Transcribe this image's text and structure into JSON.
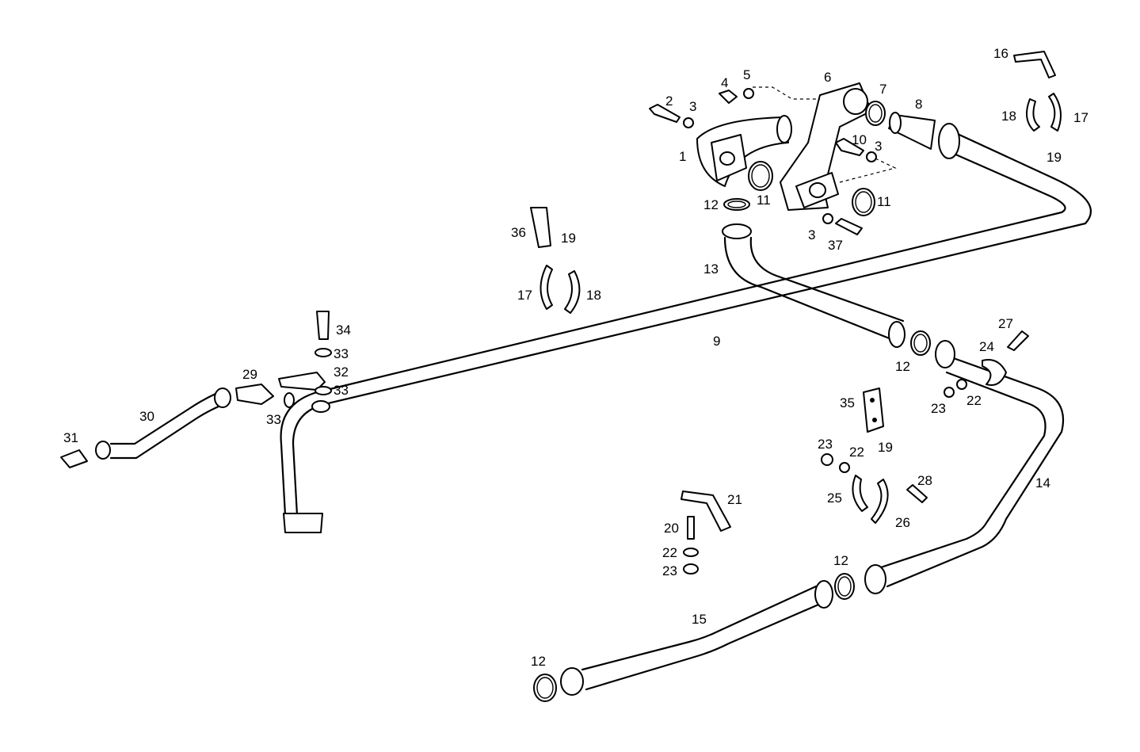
{
  "diagram": {
    "callouts": [
      {
        "id": "c1",
        "text": "1"
      },
      {
        "id": "c2",
        "text": "2"
      },
      {
        "id": "c3a",
        "text": "3"
      },
      {
        "id": "c3b",
        "text": "3"
      },
      {
        "id": "c3c",
        "text": "3"
      },
      {
        "id": "c4",
        "text": "4"
      },
      {
        "id": "c5",
        "text": "5"
      },
      {
        "id": "c6",
        "text": "6"
      },
      {
        "id": "c7",
        "text": "7"
      },
      {
        "id": "c8",
        "text": "8"
      },
      {
        "id": "c9",
        "text": "9"
      },
      {
        "id": "c10",
        "text": "10"
      },
      {
        "id": "c11a",
        "text": "11"
      },
      {
        "id": "c11b",
        "text": "11"
      },
      {
        "id": "c12a",
        "text": "12"
      },
      {
        "id": "c12b",
        "text": "12"
      },
      {
        "id": "c12c",
        "text": "12"
      },
      {
        "id": "c12d",
        "text": "12"
      },
      {
        "id": "c13",
        "text": "13"
      },
      {
        "id": "c14",
        "text": "14"
      },
      {
        "id": "c15",
        "text": "15"
      },
      {
        "id": "c16",
        "text": "16"
      },
      {
        "id": "c17a",
        "text": "17"
      },
      {
        "id": "c17b",
        "text": "17"
      },
      {
        "id": "c18a",
        "text": "18"
      },
      {
        "id": "c18b",
        "text": "18"
      },
      {
        "id": "c19a",
        "text": "19"
      },
      {
        "id": "c19b",
        "text": "19"
      },
      {
        "id": "c19c",
        "text": "19"
      },
      {
        "id": "c20",
        "text": "20"
      },
      {
        "id": "c21",
        "text": "21"
      },
      {
        "id": "c22a",
        "text": "22"
      },
      {
        "id": "c22b",
        "text": "22"
      },
      {
        "id": "c22c",
        "text": "22"
      },
      {
        "id": "c23a",
        "text": "23"
      },
      {
        "id": "c23b",
        "text": "23"
      },
      {
        "id": "c23c",
        "text": "23"
      },
      {
        "id": "c24",
        "text": "24"
      },
      {
        "id": "c25",
        "text": "25"
      },
      {
        "id": "c26",
        "text": "26"
      },
      {
        "id": "c27",
        "text": "27"
      },
      {
        "id": "c28",
        "text": "28"
      },
      {
        "id": "c29",
        "text": "29"
      },
      {
        "id": "c30",
        "text": "30"
      },
      {
        "id": "c31",
        "text": "31"
      },
      {
        "id": "c32",
        "text": "32"
      },
      {
        "id": "c33a",
        "text": "33"
      },
      {
        "id": "c33b",
        "text": "33"
      },
      {
        "id": "c33c",
        "text": "33"
      },
      {
        "id": "c34",
        "text": "34"
      },
      {
        "id": "c35",
        "text": "35"
      },
      {
        "id": "c36",
        "text": "36"
      },
      {
        "id": "c37",
        "text": "37"
      }
    ]
  }
}
